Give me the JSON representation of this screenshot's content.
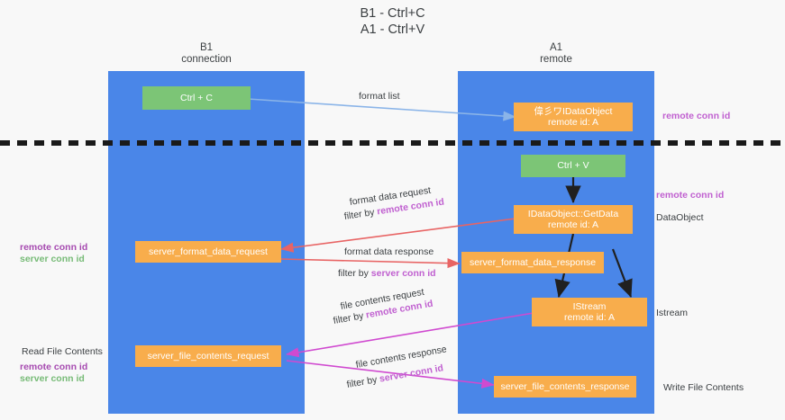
{
  "title": {
    "line1": "B1 - Ctrl+C",
    "line2": "A1 - Ctrl+V"
  },
  "lanes": [
    {
      "id": "b1",
      "title": "B1",
      "subtitle": "connection",
      "color": "#4a86e8"
    },
    {
      "id": "a1",
      "title": "A1",
      "subtitle": "remote",
      "color": "#4a86e8"
    }
  ],
  "nodes": {
    "ctrl_c": {
      "label": "Ctrl + C",
      "color": "#7cc576"
    },
    "ctrl_v": {
      "label": "Ctrl + V",
      "color": "#7cc576"
    },
    "idataobject": {
      "line1": "偉彡ワIDataObject",
      "line2": "remote id: A",
      "color": "#f8ad4c"
    },
    "getdata": {
      "line1": "IDataObject::GetData",
      "line2": "remote id: A",
      "color": "#f8ad4c"
    },
    "istream": {
      "line1": "IStream",
      "line2": "remote id: A",
      "color": "#f8ad4c"
    },
    "server_format_data_request": {
      "label": "server_format_data_request",
      "color": "#f8ad4c"
    },
    "server_format_data_response": {
      "label": "server_format_data_response",
      "color": "#f8ad4c"
    },
    "server_file_contents_request": {
      "label": "server_file_contents_request",
      "color": "#f8ad4c"
    },
    "server_file_contents_response": {
      "label": "server_file_contents_response",
      "color": "#f8ad4c"
    }
  },
  "edge_labels": {
    "format_list": "format list",
    "format_data_request": "format data request",
    "format_data_request_filter_prefix": "filter by ",
    "format_data_request_filter_key": "remote conn id",
    "format_data_response": "format data response",
    "format_data_response_filter_prefix": "filter by ",
    "format_data_response_filter_key": "server conn id",
    "file_contents_request": "file contents request",
    "file_contents_request_filter_prefix": "filter by ",
    "file_contents_request_filter_key": "remote conn id",
    "file_contents_response": "file contents response",
    "file_contents_response_filter_prefix": "filter by ",
    "file_contents_response_filter_key": "server conn id"
  },
  "left_notes": {
    "format_remote": "remote conn id",
    "format_server": "server conn id",
    "read_file_contents": "Read File Contents",
    "file_remote": "remote conn id",
    "file_server": "server conn id"
  },
  "right_notes": {
    "top_remote_conn_id": "remote conn id",
    "mid_remote_conn_id": "remote conn id",
    "dataobject": "DataObject",
    "istream": "Istream",
    "write_file_contents": "Write File Contents"
  },
  "colors": {
    "lane": "#4a86e8",
    "orange": "#f8ad4c",
    "green": "#7cc576",
    "purple": "#a64ab0",
    "green_text": "#77bb77",
    "arrow_red": "#e86464",
    "arrow_magenta": "#d04ad0",
    "arrow_blue": "#8ab4e8",
    "arrow_black": "#202020",
    "background": "#f8f8f8"
  }
}
